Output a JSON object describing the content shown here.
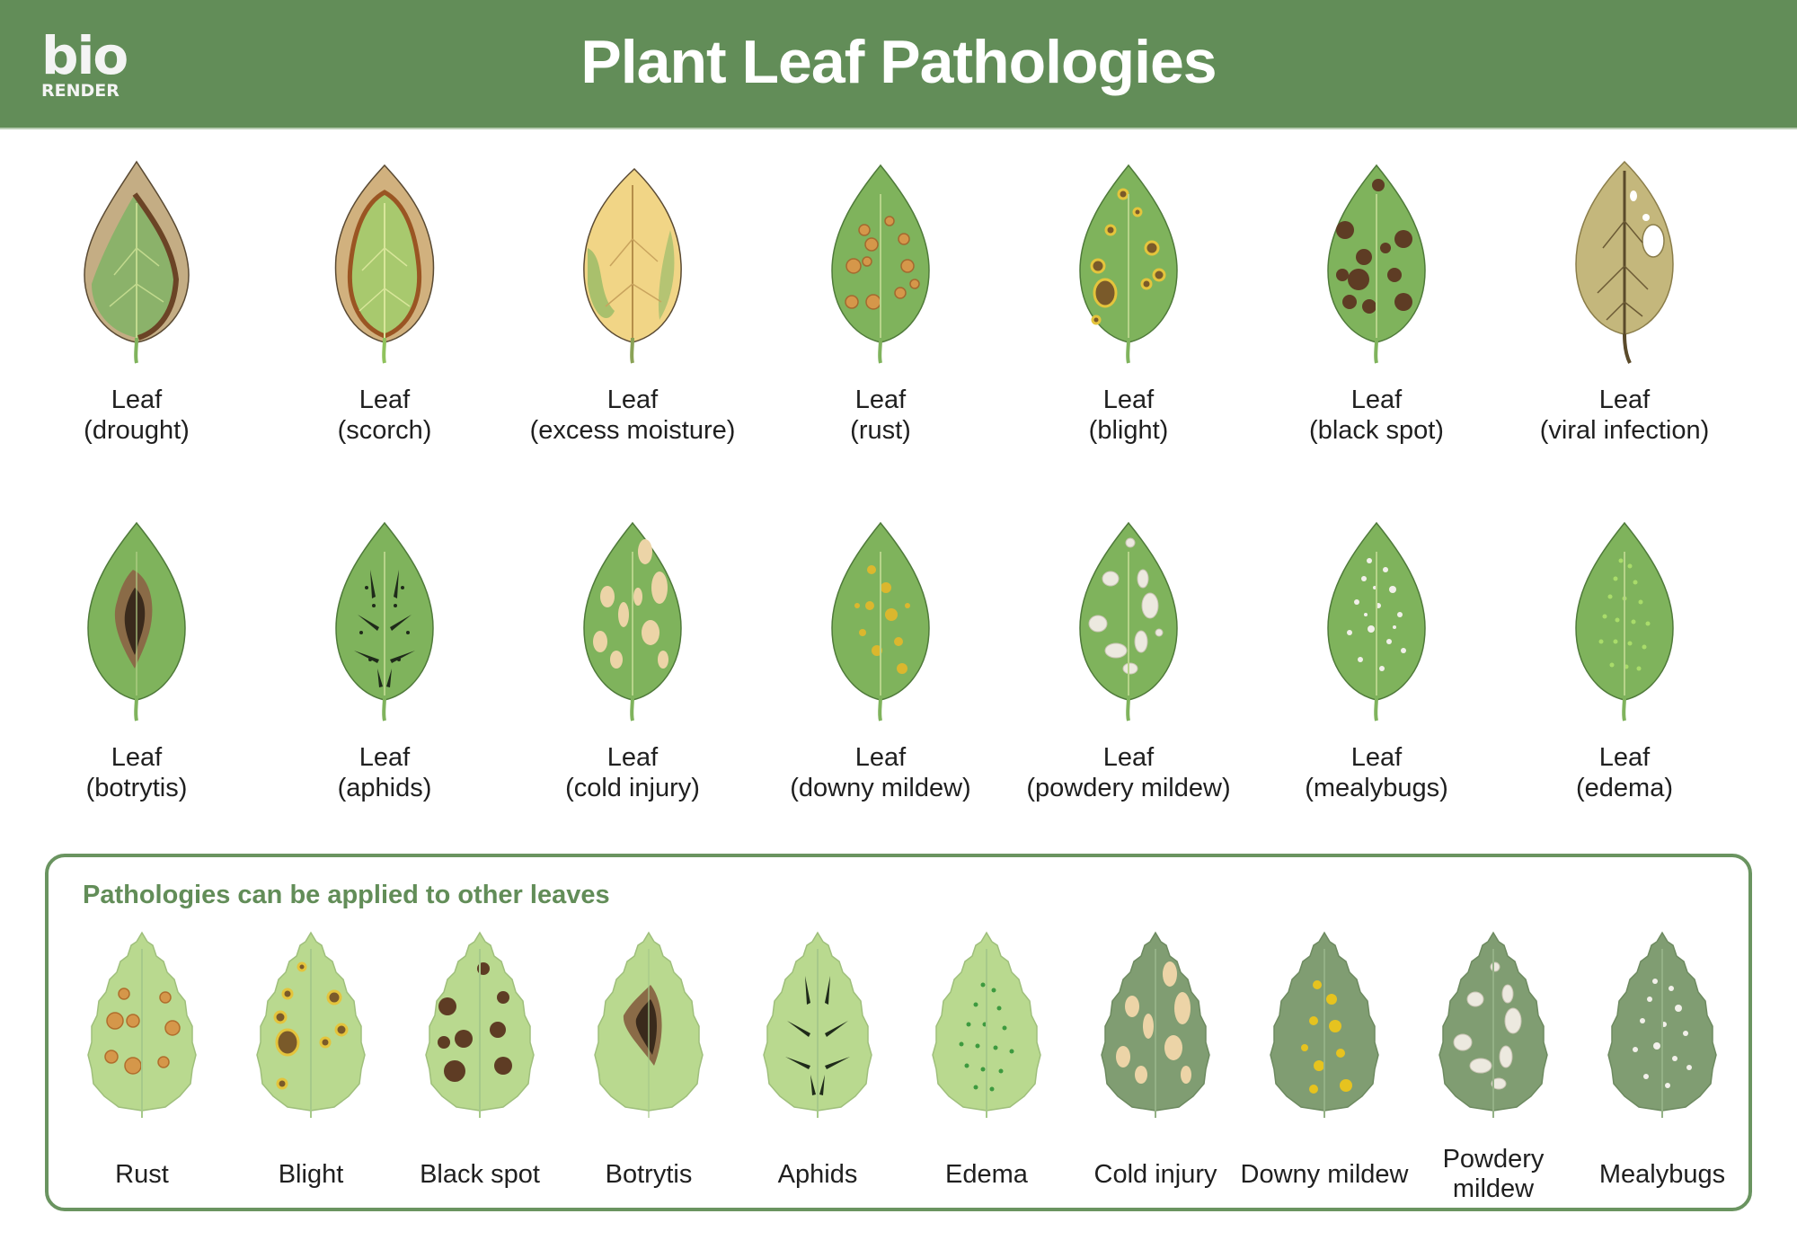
{
  "header": {
    "logo_top": "bio",
    "logo_bottom": "RENDER",
    "title": "Plant Leaf Pathologies",
    "background_color": "#628d58"
  },
  "grid": {
    "rows": [
      [
        {
          "line1": "Leaf",
          "line2": "(drought)",
          "icon": "leaf-drought-icon"
        },
        {
          "line1": "Leaf",
          "line2": "(scorch)",
          "icon": "leaf-scorch-icon"
        },
        {
          "line1": "Leaf",
          "line2": "(excess moisture)",
          "icon": "leaf-excess-moisture-icon"
        },
        {
          "line1": "Leaf",
          "line2": "(rust)",
          "icon": "leaf-rust-icon"
        },
        {
          "line1": "Leaf",
          "line2": "(blight)",
          "icon": "leaf-blight-icon"
        },
        {
          "line1": "Leaf",
          "line2": "(black spot)",
          "icon": "leaf-black-spot-icon"
        },
        {
          "line1": "Leaf",
          "line2": "(viral infection)",
          "icon": "leaf-viral-infection-icon"
        }
      ],
      [
        {
          "line1": "Leaf",
          "line2": "(botrytis)",
          "icon": "leaf-botrytis-icon"
        },
        {
          "line1": "Leaf",
          "line2": "(aphids)",
          "icon": "leaf-aphids-icon"
        },
        {
          "line1": "Leaf",
          "line2": "(cold injury)",
          "icon": "leaf-cold-injury-icon"
        },
        {
          "line1": "Leaf",
          "line2": "(downy mildew)",
          "icon": "leaf-downy-mildew-icon"
        },
        {
          "line1": "Leaf",
          "line2": "(powdery mildew)",
          "icon": "leaf-powdery-mildew-icon"
        },
        {
          "line1": "Leaf",
          "line2": "(mealybugs)",
          "icon": "leaf-mealybugs-icon"
        },
        {
          "line1": "Leaf",
          "line2": "(edema)",
          "icon": "leaf-edema-icon"
        }
      ]
    ]
  },
  "panel": {
    "title": "Pathologies can be applied to other leaves",
    "border_color": "#6a9460",
    "items": [
      {
        "label": "Rust",
        "icon": "serrated-leaf-rust-icon"
      },
      {
        "label": "Blight",
        "icon": "serrated-leaf-blight-icon"
      },
      {
        "label": "Black spot",
        "icon": "serrated-leaf-black-spot-icon"
      },
      {
        "label": "Botrytis",
        "icon": "serrated-leaf-botrytis-icon"
      },
      {
        "label": "Aphids",
        "icon": "serrated-leaf-aphids-icon"
      },
      {
        "label": "Edema",
        "icon": "serrated-leaf-edema-icon"
      },
      {
        "label": "Cold injury",
        "icon": "serrated-leaf-cold-injury-icon"
      },
      {
        "label": "Downy mildew",
        "icon": "serrated-leaf-downy-mildew-icon"
      },
      {
        "label": "Powdery mildew",
        "icon": "serrated-leaf-powdery-mildew-icon"
      },
      {
        "label": "Mealybugs",
        "icon": "serrated-leaf-mealybugs-icon"
      }
    ]
  },
  "colors": {
    "leaf_green": "#7fb35c",
    "leaf_light": "#b9d98f",
    "leaf_dark_serrated": "#809d72",
    "dry_tan": "#c9b07e",
    "rust_orange": "#d58f45",
    "blight_yellow": "#e6c42f",
    "spot_brown": "#5a3a22",
    "powder_white": "#eae7dd",
    "cold_cream": "#ecd4a7"
  }
}
